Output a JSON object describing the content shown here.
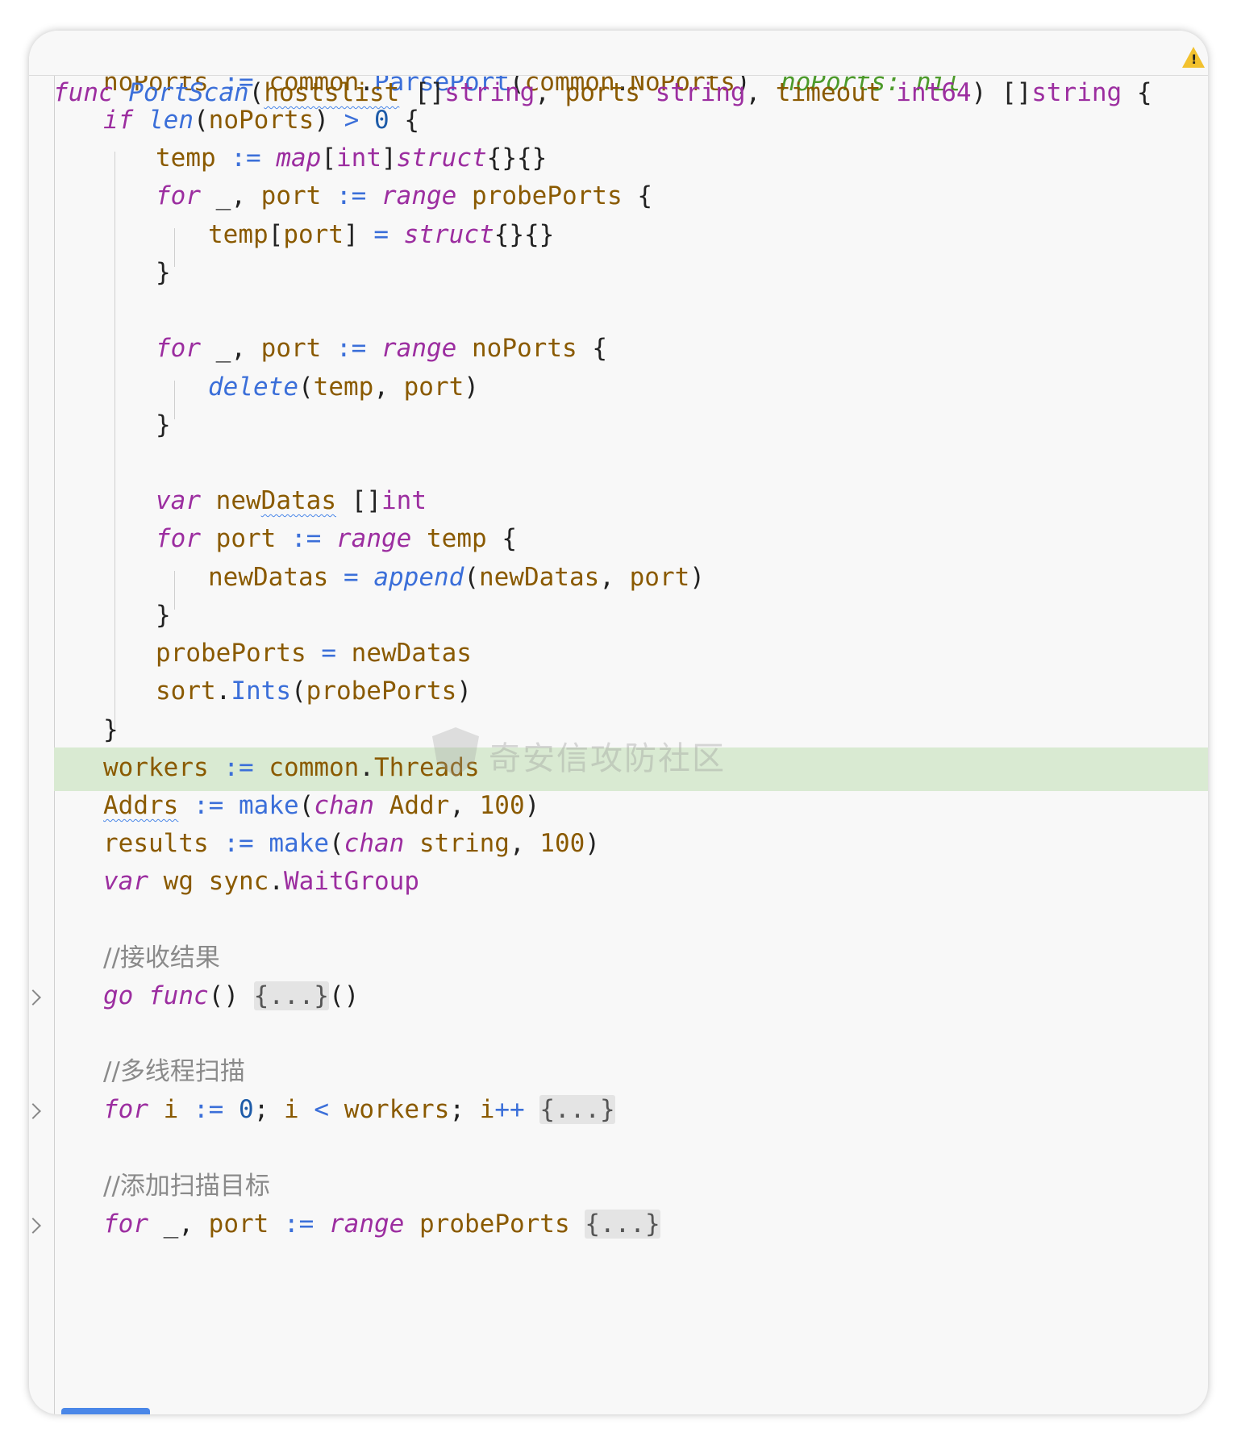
{
  "editor": {
    "header": {
      "kw_func": "func",
      "fn_name": "PortScan",
      "p1": "hostslist",
      "p1_type": "[]string",
      "p2": "ports",
      "p2_type": "string",
      "p3": "timeout",
      "p3_type": "int64",
      "ret": "[]string",
      "open": "{"
    },
    "inlay_hint": "noPorts: nil",
    "comments": {
      "receive": "//接收结果",
      "multithread": "//多线程扫描",
      "add_target": "//添加扫描目标"
    },
    "folded": "{...}",
    "warning_icon": "warning-icon"
  },
  "watermark": "奇安信攻防社区",
  "colors": {
    "keyword": "#9c2ea0",
    "identifier": "#8a5a00",
    "function": "#3b6fd9",
    "comment": "#8a8a8a",
    "hint": "#4c9a2a",
    "highlight": "#d9ead2"
  }
}
